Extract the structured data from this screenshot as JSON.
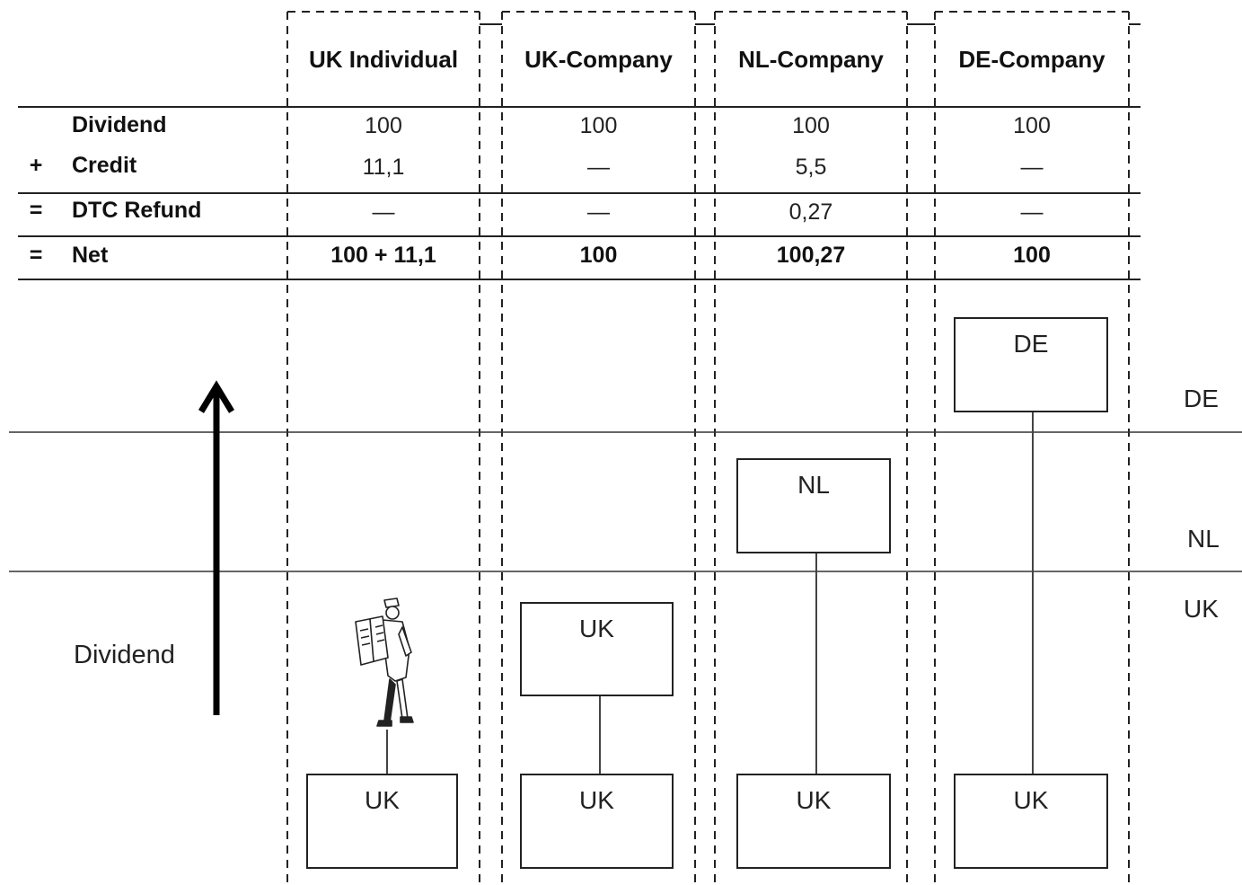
{
  "columns": [
    "UK Individual",
    "UK-Company",
    "NL-Company",
    "DE-Company"
  ],
  "rows": [
    {
      "op": "",
      "label": "Dividend",
      "values": [
        "100",
        "100",
        "100",
        "100"
      ],
      "bold": false
    },
    {
      "op": "+",
      "label": "Credit",
      "values": [
        "11,1",
        "—",
        "5,5",
        "—"
      ],
      "bold": false
    },
    {
      "op": "=",
      "label": "DTC Refund",
      "values": [
        "—",
        "—",
        "0,27",
        "—"
      ],
      "bold": false
    },
    {
      "op": "=",
      "label": "Net",
      "values": [
        "100 + 11,1",
        "100",
        "100,27",
        "100"
      ],
      "bold": true
    }
  ],
  "countries": {
    "de": "DE",
    "nl": "NL",
    "uk": "UK"
  },
  "boxes": {
    "uk_individual_bottom": "UK",
    "uk_company_top": "UK",
    "uk_company_bottom": "UK",
    "nl_company_top": "NL",
    "nl_company_bottom": "UK",
    "de_company_top": "DE",
    "de_company_bottom": "UK"
  },
  "arrow_label": "Dividend",
  "icons": {
    "person": "person-reading-newspaper-icon",
    "arrow": "arrow-up-icon"
  }
}
